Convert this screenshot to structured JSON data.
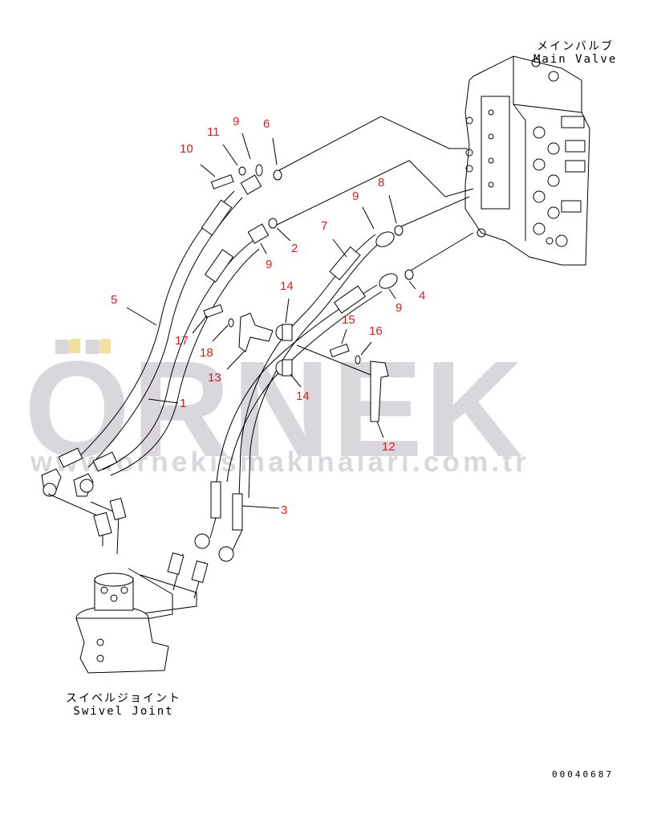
{
  "labels": {
    "main_valve_jp": "メインバルブ",
    "main_valve_en": "Main Valve",
    "swivel_joint_jp": "スイベルジョイント",
    "swivel_joint_en": "Swivel Joint",
    "drawing_number": "00040687"
  },
  "watermark": {
    "brand": "ÖRNEK",
    "url": "www.ornekismakinalari.com.tr",
    "text_color": "#d9d7db",
    "accent_color": "#f3dfa0"
  },
  "callouts": [
    "10",
    "11",
    "9",
    "6",
    "8",
    "9",
    "7",
    "2",
    "9",
    "4",
    "9",
    "14",
    "5",
    "15",
    "16",
    "17",
    "18",
    "13",
    "1",
    "14",
    "12",
    "3"
  ],
  "callout_color": "#d42020"
}
